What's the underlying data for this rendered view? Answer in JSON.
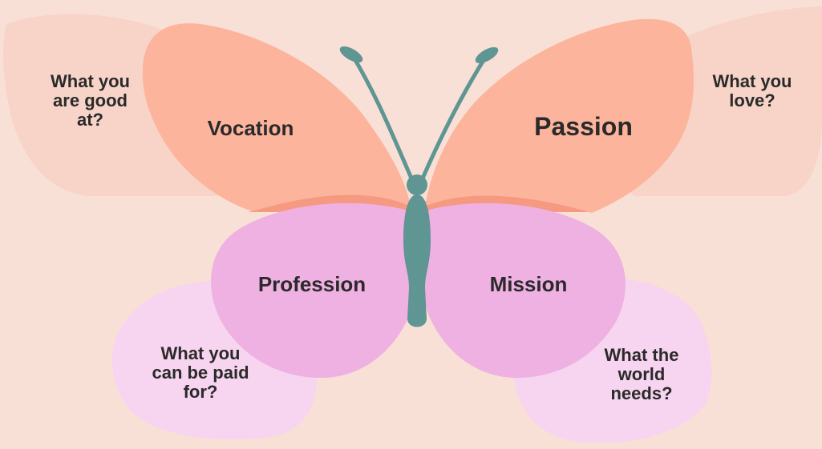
{
  "colors": {
    "background": "#f9e0d6",
    "outer_upper_wing": "#f8d4c8",
    "upper_wing": "#fcb49c",
    "upper_wing_edge": "#f59a80",
    "outer_lower_wing": "#f7d4ef",
    "lower_wing": "#efb0e2",
    "body": "#5f9593",
    "text": "#2a2a2a"
  },
  "diagram": {
    "upper_left": {
      "title": "Vocation",
      "question": "What you are good at?"
    },
    "upper_right": {
      "title": "Passion",
      "question": "What you love?"
    },
    "lower_left": {
      "title": "Profession",
      "question": "What you can be paid for?"
    },
    "lower_right": {
      "title": "Mission",
      "question": "What the world needs?"
    }
  }
}
